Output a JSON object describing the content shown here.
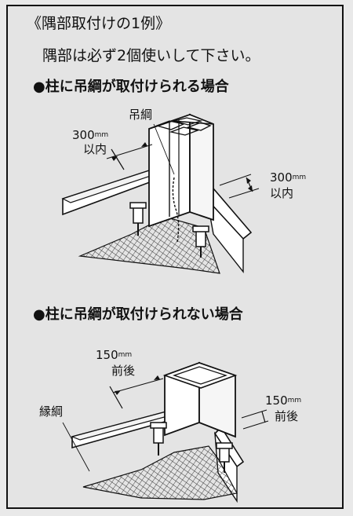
{
  "title": "《隅部取付けの1例》",
  "instruction": "隅部は必ず2個使いして下さい。",
  "case_attached": {
    "heading": "●柱に吊綱が取付けられる場合",
    "rope_label": "吊綱",
    "dim_left": {
      "value": "300",
      "unit": "mm",
      "qualifier": "以内"
    },
    "dim_right": {
      "value": "300",
      "unit": "mm",
      "qualifier": "以内"
    }
  },
  "case_not_attached": {
    "heading": "●柱に吊綱が取付けられない場合",
    "edge_rope_label": "縁綱",
    "dim_left": {
      "value": "150",
      "unit": "mm",
      "qualifier": "前後"
    },
    "dim_right": {
      "value": "150",
      "unit": "mm",
      "qualifier": "前後"
    }
  }
}
